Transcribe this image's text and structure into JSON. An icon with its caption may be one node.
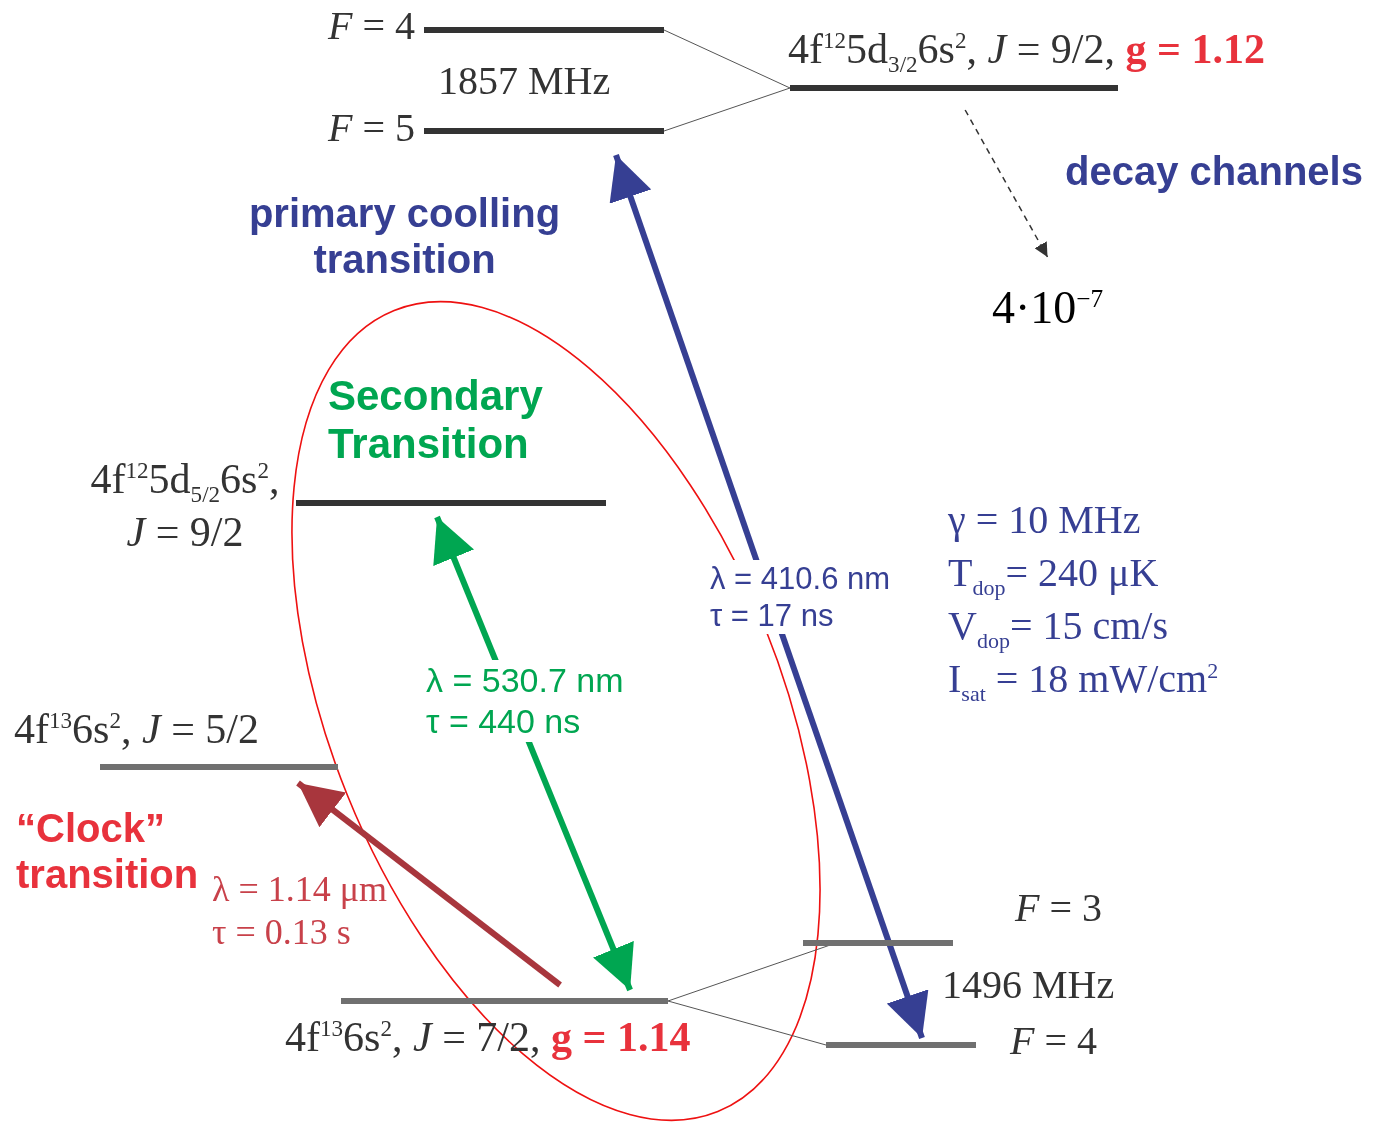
{
  "diagram": {
    "nodes": [
      {
        "text": [],
        "shape": "bar",
        "beside": [
          "*F* = 4"
        ]
      },
      {
        "text": [],
        "shape": "bar",
        "beside": [
          "*F* = 5"
        ]
      },
      {
        "text": [],
        "shape": "bar",
        "beside": [
          "4f$^{12}$5d$_{3/2}$6s$^{2}$, *J* = 9/2, **g = 1.12**"
        ]
      },
      {
        "text": [
          "4·10$^{−7}$"
        ]
      },
      {
        "text": [],
        "shape": "bar",
        "beside": [
          "4f$^{12}$5d$_{5/2}$6s$^{2}$, *J* = 9/2"
        ]
      },
      {
        "text": [],
        "shape": "bar",
        "beside": [
          "4f$^{13}$6s$^{2}$, *J* = 5/2"
        ]
      },
      {
        "text": [],
        "shape": "bar",
        "beside": [
          "4f$^{13}$6s$^{2}$, *J* = 7/2, **g = 1.14**"
        ]
      },
      {
        "text": [],
        "shape": "bar",
        "beside": [
          "*F* = 3"
        ]
      },
      {
        "text": [],
        "shape": "bar",
        "beside": [
          "*F* = 4"
        ]
      }
    ],
    "edges": [
      {
        "from": 2,
        "to": 0,
        "arrow": "none"
      },
      {
        "from": 2,
        "to": 1,
        "arrow": "none"
      },
      {
        "from": 2,
        "to": 3,
        "arrow": "to",
        "style": "dashed"
      },
      {
        "from": 8,
        "to": 1,
        "arrow": "both",
        "label": "λ = 410.6 nm τ = 17 ns",
        "style": "thick",
        "color": "#363f93"
      },
      {
        "from": 6,
        "to": 4,
        "arrow": "both",
        "label": "λ = 530.7 nm τ = 440 ns",
        "style": "thick",
        "color": "#00a651"
      },
      {
        "from": 6,
        "to": 5,
        "arrow": "to",
        "label": "λ = 1.14 μm τ = 0.13 s",
        "style": "thick",
        "color": "#a8363d"
      },
      {
        "from": 6,
        "to": 7,
        "arrow": "none"
      },
      {
        "from": 6,
        "to": 8,
        "arrow": "none"
      }
    ],
    "labels": [
      "1857 MHz",
      "primary coolling transition",
      "decay channels",
      "Secondary Transition",
      "γ = 10 MHz",
      "T$_{dop}$= 240 μK",
      "V$_{dop}$= 15 cm/s",
      "I$_{sat}$ = 18 mW/cm$^{2}$",
      "“Clock” transition",
      "1496 MHz"
    ]
  }
}
